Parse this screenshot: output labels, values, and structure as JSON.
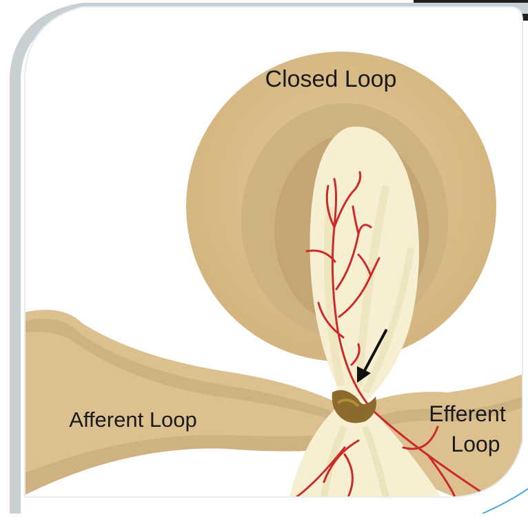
{
  "diagram": {
    "labels": {
      "closed_loop": "Closed Loop",
      "afferent_loop": "Afferent Loop",
      "efferent_line1": "Efferent",
      "efferent_line2": "Loop"
    },
    "colors": {
      "intestine_outer": "#dcc08f",
      "intestine_mid": "#cfb282",
      "intestine_inner": "#b99d70",
      "mesentery": "#f6efd2",
      "mesentery_fold": "#ede3bd",
      "vessel": "#cc2a2a",
      "twist_knot": "#8c6a2b",
      "arrow": "#111111",
      "label": "#1a1a1a",
      "frame_shadow": "#9aa6ad",
      "accent_line": "#4aa3df"
    }
  }
}
